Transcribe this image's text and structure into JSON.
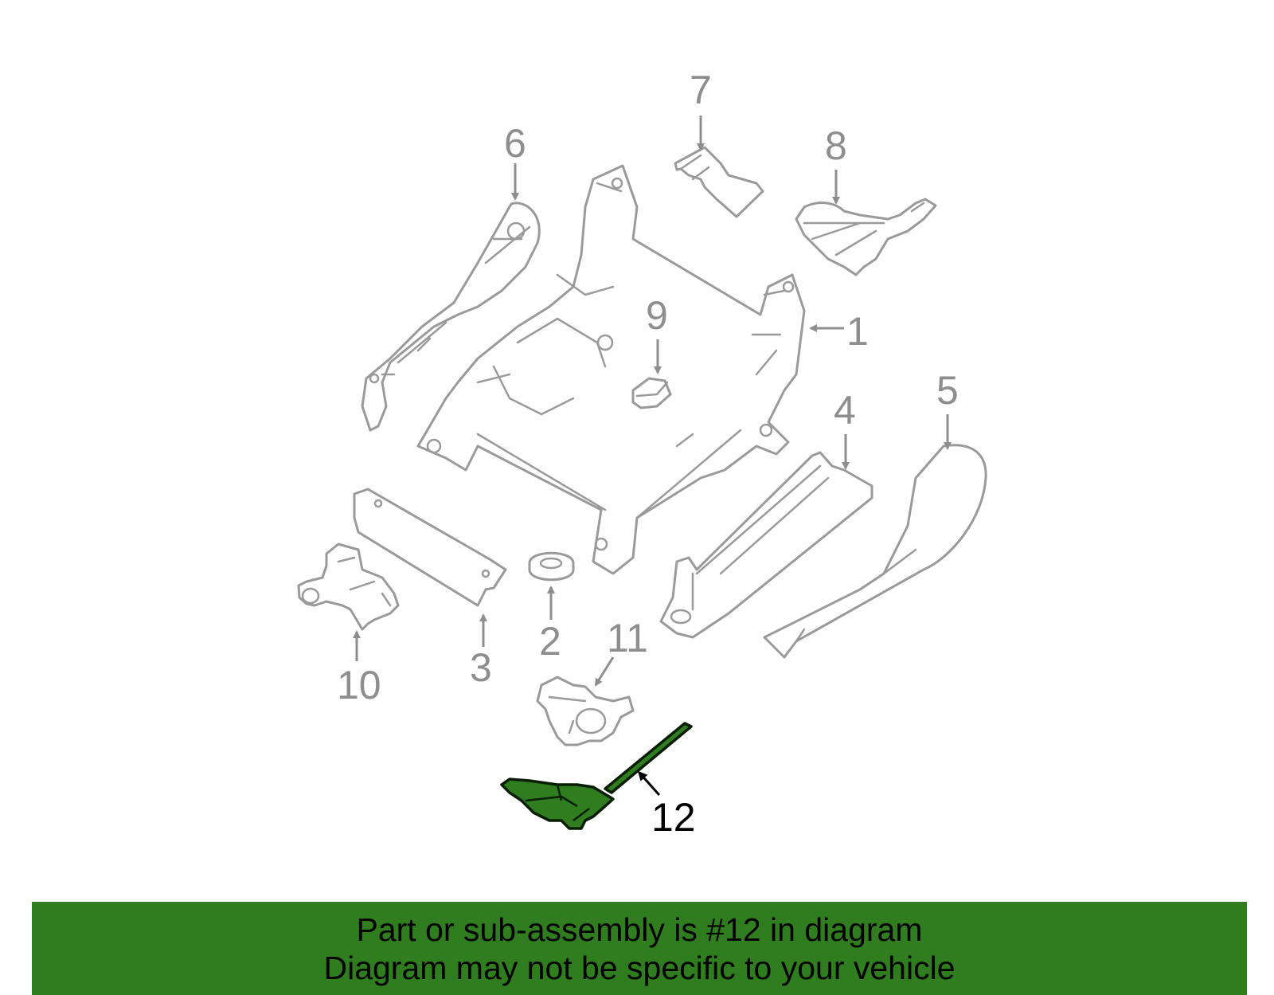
{
  "diagram": {
    "highlighted_callout": "12",
    "highlight_color": "#2f7d1f",
    "outline_color": "#9a9a9a",
    "callouts": [
      {
        "id": "c1",
        "label": "1"
      },
      {
        "id": "c2",
        "label": "2"
      },
      {
        "id": "c3",
        "label": "3"
      },
      {
        "id": "c4",
        "label": "4"
      },
      {
        "id": "c5",
        "label": "5"
      },
      {
        "id": "c6",
        "label": "6"
      },
      {
        "id": "c7",
        "label": "7"
      },
      {
        "id": "c8",
        "label": "8"
      },
      {
        "id": "c9",
        "label": "9"
      },
      {
        "id": "c10",
        "label": "10"
      },
      {
        "id": "c11",
        "label": "11"
      },
      {
        "id": "c12",
        "label": "12"
      }
    ]
  },
  "banner": {
    "line1": "Part or sub-assembly is #12 in diagram",
    "line2": "Diagram may not be specific to your vehicle",
    "background_color": "#2f7d1f"
  }
}
